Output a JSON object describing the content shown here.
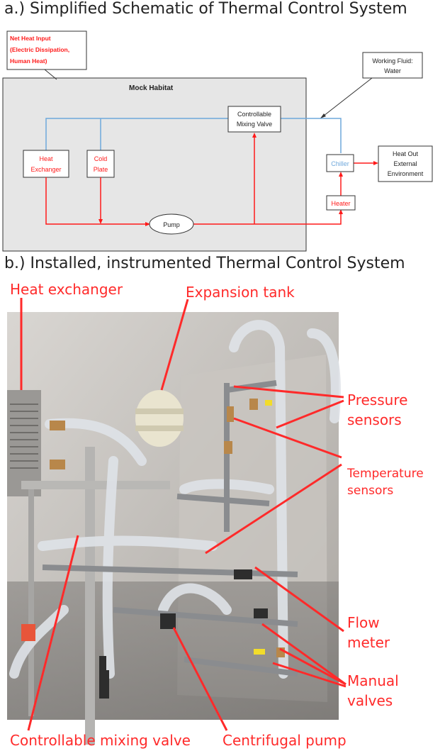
{
  "panel_a": {
    "title": "a.) Simplified Schematic of Thermal Control System",
    "net_heat_input": [
      "Net Heat Input",
      "(Electric Dissipation,",
      "Human Heat)"
    ],
    "mock_habitat": "Mock Habitat",
    "working_fluid": [
      "Working Fluid:",
      "Water"
    ],
    "mixing_valve": [
      "Controllable",
      "Mixing Valve"
    ],
    "heat_exchanger": [
      "Heat",
      "Exchanger"
    ],
    "cold_plate": [
      "Cold",
      "Plate"
    ],
    "chiller": "Chiller",
    "heat_out": [
      "Heat Out",
      "External",
      "Environment"
    ],
    "heater": "Heater",
    "pump": "Pump"
  },
  "panel_b": {
    "title": "b.) Installed, instrumented Thermal Control System",
    "labels": {
      "heat_exchanger": "Heat exchanger",
      "expansion_tank": "Expansion tank",
      "pressure_sensors": [
        "Pressure",
        "sensors"
      ],
      "temperature_sensors": [
        "Temperature",
        "sensors"
      ],
      "flow_meter": [
        "Flow",
        "meter"
      ],
      "manual_valves": [
        "Manual",
        "valves"
      ],
      "mixing_valve": "Controllable mixing valve",
      "centrifugal_pump": "Centrifugal pump"
    }
  },
  "colors": {
    "hot_loop": "#ff1a1a",
    "cold_loop": "#6fa8dc",
    "habitat_fill": "#e6e6e6",
    "callout": "#ff2a2a"
  }
}
